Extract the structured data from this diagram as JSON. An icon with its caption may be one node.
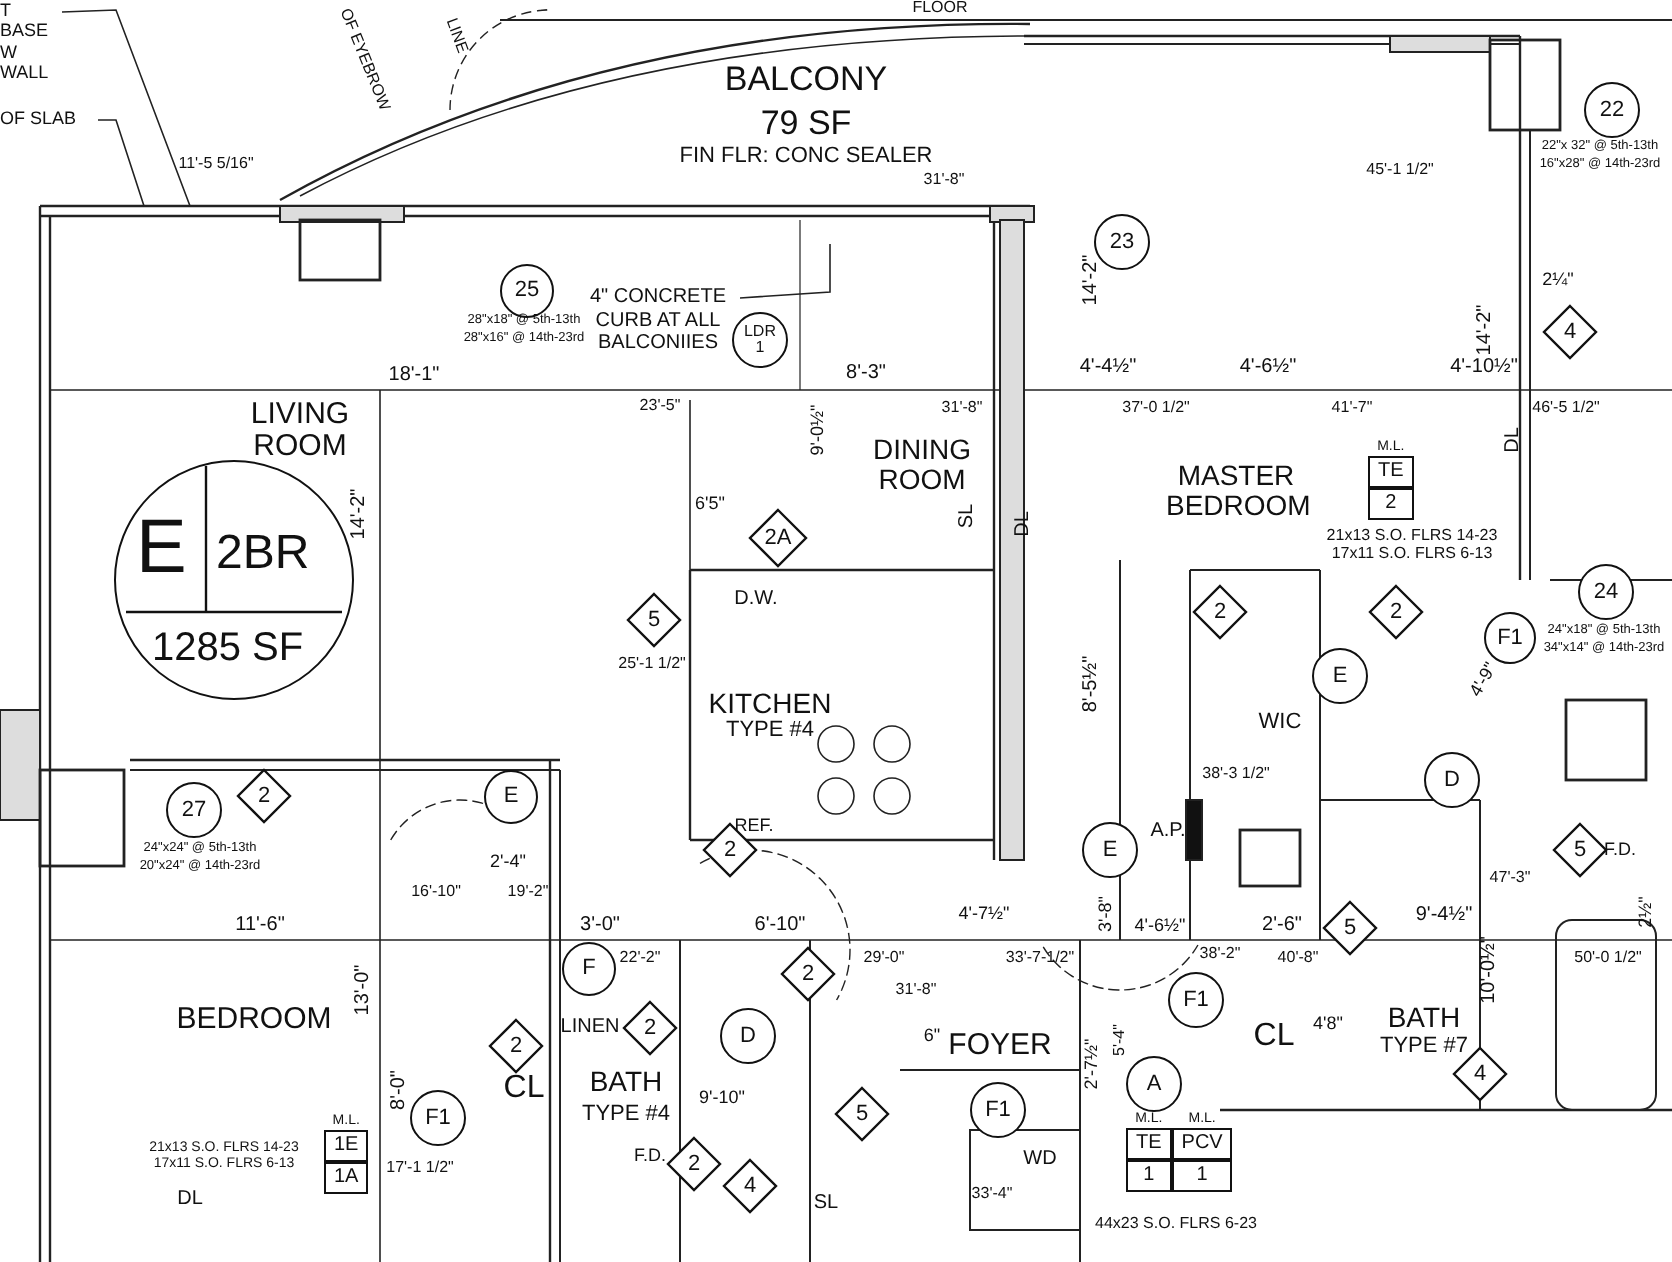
{
  "diagram": {
    "nodes": [
      {
        "text": [
          "E",
          "2BR",
          "1285 SF"
        ]
      },
      {
        "text": [
          "25"
        ],
        "beside": [
          "28\"x18\" @ 5th-13th",
          "28\"x16\" @ 14th-23rd"
        ]
      },
      {
        "text": [
          "LDR",
          "1"
        ]
      },
      {
        "text": [
          "23"
        ]
      },
      {
        "text": [
          "22"
        ],
        "beside": [
          "22\"x 32\" @ 5th-13th",
          "16\"x28\" @ 14th-23rd"
        ]
      },
      {
        "text": [
          "4"
        ]
      },
      {
        "text": [
          "2A"
        ]
      },
      {
        "text": [
          "5"
        ]
      },
      {
        "text": [
          "2"
        ]
      },
      {
        "text": [
          "27"
        ],
        "beside": [
          "24\"x24\" @ 5th-13th",
          "20\"x24\" @ 14th-23rd"
        ]
      },
      {
        "text": [
          "2"
        ]
      },
      {
        "text": [
          "E"
        ]
      },
      {
        "text": [
          "F"
        ]
      },
      {
        "text": [
          "2"
        ]
      },
      {
        "text": [
          "2"
        ]
      },
      {
        "text": [
          "D"
        ]
      },
      {
        "text": [
          "F1"
        ]
      },
      {
        "text": [
          "M.L.",
          "1E",
          "1A"
        ]
      },
      {
        "text": [
          "4"
        ]
      },
      {
        "text": [
          "F1"
        ]
      },
      {
        "text": [
          "E"
        ]
      },
      {
        "text": [
          "F1"
        ]
      },
      {
        "text": [
          "A"
        ]
      },
      {
        "text": [
          "5"
        ]
      },
      {
        "text": [
          "E"
        ]
      },
      {
        "text": [
          "D"
        ]
      },
      {
        "text": [
          "4"
        ]
      },
      {
        "text": [
          "5"
        ]
      },
      {
        "text": [
          "24"
        ],
        "beside": [
          "24\"x18\" @ 5th-13th",
          "34\"x14\" @ 14th-23rd"
        ]
      },
      {
        "text": [
          "F1"
        ]
      },
      {
        "text": [
          "M.L.",
          "TE",
          "2"
        ]
      },
      {
        "text": [
          "M.L.",
          "M.L.",
          "TE",
          "PCV",
          "1",
          "1"
        ]
      },
      {
        "text": [
          "2"
        ]
      },
      {
        "text": [
          "2"
        ]
      },
      {
        "text": [
          "2"
        ]
      },
      {
        "text": [
          "2"
        ]
      },
      {
        "text": [
          "5"
        ]
      },
      {
        "text": [
          "4\" CONCRETE CURB AT ALL BALCONIIES"
        ]
      },
      {
        "text": [
          "T BASE W WALL"
        ]
      },
      {
        "text": [
          "OF SLAB"
        ]
      }
    ],
    "edges": [
      {
        "from": 37,
        "to": null,
        "arrow": "none"
      },
      {
        "from": 38,
        "to": null,
        "arrow": "none"
      },
      {
        "from": 39,
        "to": null,
        "arrow": "none"
      }
    ],
    "labels": [
      "FLOOR",
      "BALCONY",
      "79 SF",
      "FIN FLR: CONC SEALER",
      "LINE",
      "OF EYEBROW",
      "11'-5 5/16\"",
      "31'-8\"",
      "45'-1 1/2\"",
      "18'-1\"",
      "8'-3\"",
      "LIVING ROOM",
      "23'-5\"",
      "9'-0½\"",
      "14'-2\"",
      "14'-2\"",
      "14'-2\"",
      "2¼\"",
      "DINING ROOM",
      "31'-8\"",
      "4'-4½\"",
      "4'-6½\"",
      "4'-10½\"",
      "37'-0 1/2\"",
      "41'-7\"",
      "46'-5 1/2\"",
      "MASTER BEDROOM",
      "21x13 S.O. FLRS 14-23",
      "17x11 S.O. FLRS 6-13",
      "SL",
      "DL",
      "DL",
      "6'5\"",
      "D.W.",
      "25'-1 1/2\"",
      "KITCHEN",
      "TYPE #4",
      "REF.",
      "8'-5½\"",
      "2'-4\"",
      "16'-10\"",
      "19'-2\"",
      "11'-6\"",
      "13'-0\"",
      "BEDROOM",
      "3'-0\"",
      "6'-10\"",
      "22'-2\"",
      "LINEN",
      "CL",
      "BATH",
      "TYPE #4",
      "F.D.",
      "9'-10\"",
      "8'-0\"",
      "21x13 S.O. FLRS 14-23",
      "17x11 S.O. FLRS 6-13",
      "17'-1 1/2\"",
      "DL",
      "SL",
      "29'-0\"",
      "33'-7-1/2\"",
      "31'-8\"",
      "4'-7½\"",
      "6\"",
      "FOYER",
      "WD",
      "33'-4\"",
      "4'-6½\"",
      "38'-2\"",
      "A.P.",
      "38'-3 1/2\"",
      "2'-6\"",
      "40'-8\"",
      "CL",
      "4'8\"",
      "WIC",
      "4'-9\"",
      "9'-4½\"",
      "10'-0½\"",
      "BATH",
      "TYPE #7",
      "47'-3\"",
      "F.D.",
      "2½\"",
      "50'-0 1/2\"",
      "44x23 S.O. FLRS 6-23",
      "2'-7½\"",
      "3'-8\"",
      "5'-4\""
    ]
  }
}
